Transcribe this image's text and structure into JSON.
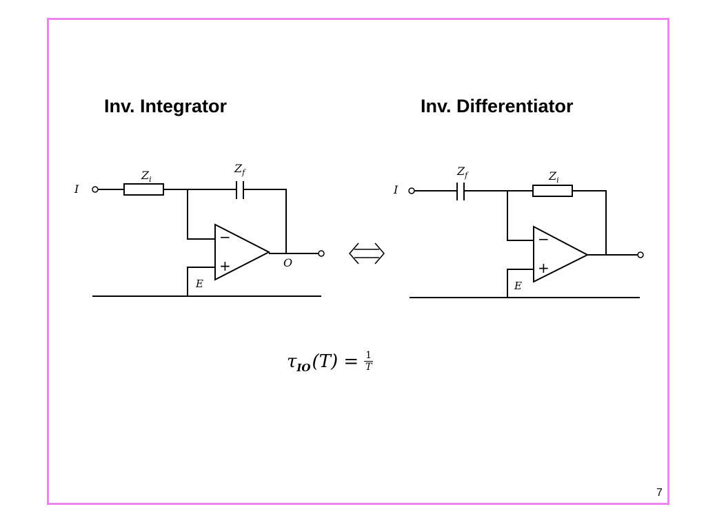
{
  "slide": {
    "titles": {
      "integrator": "Inv. Integrator",
      "differentiator": "Inv. Differentiator"
    },
    "integrator_circuit": {
      "input_label": "I",
      "resistor_label": "Z",
      "resistor_sub": "i",
      "capacitor_label": "Z",
      "capacitor_sub": "f",
      "output_label": "O",
      "ground_label": "E",
      "minus_sign": "−",
      "plus_sign": "+"
    },
    "differentiator_circuit": {
      "input_label": "I",
      "capacitor_label": "Z",
      "capacitor_sub": "f",
      "resistor_label": "Z",
      "resistor_sub": "i",
      "ground_label": "E",
      "minus_sign": "−",
      "plus_sign": "+"
    },
    "equivalence_icon": "left-right-double-arrow",
    "formula": {
      "tau": "τ",
      "subscript": "IO",
      "argument": "(T) =",
      "numerator": "1",
      "denominator": "T"
    },
    "page_number": "7",
    "frame_color": "#ee82ee"
  }
}
